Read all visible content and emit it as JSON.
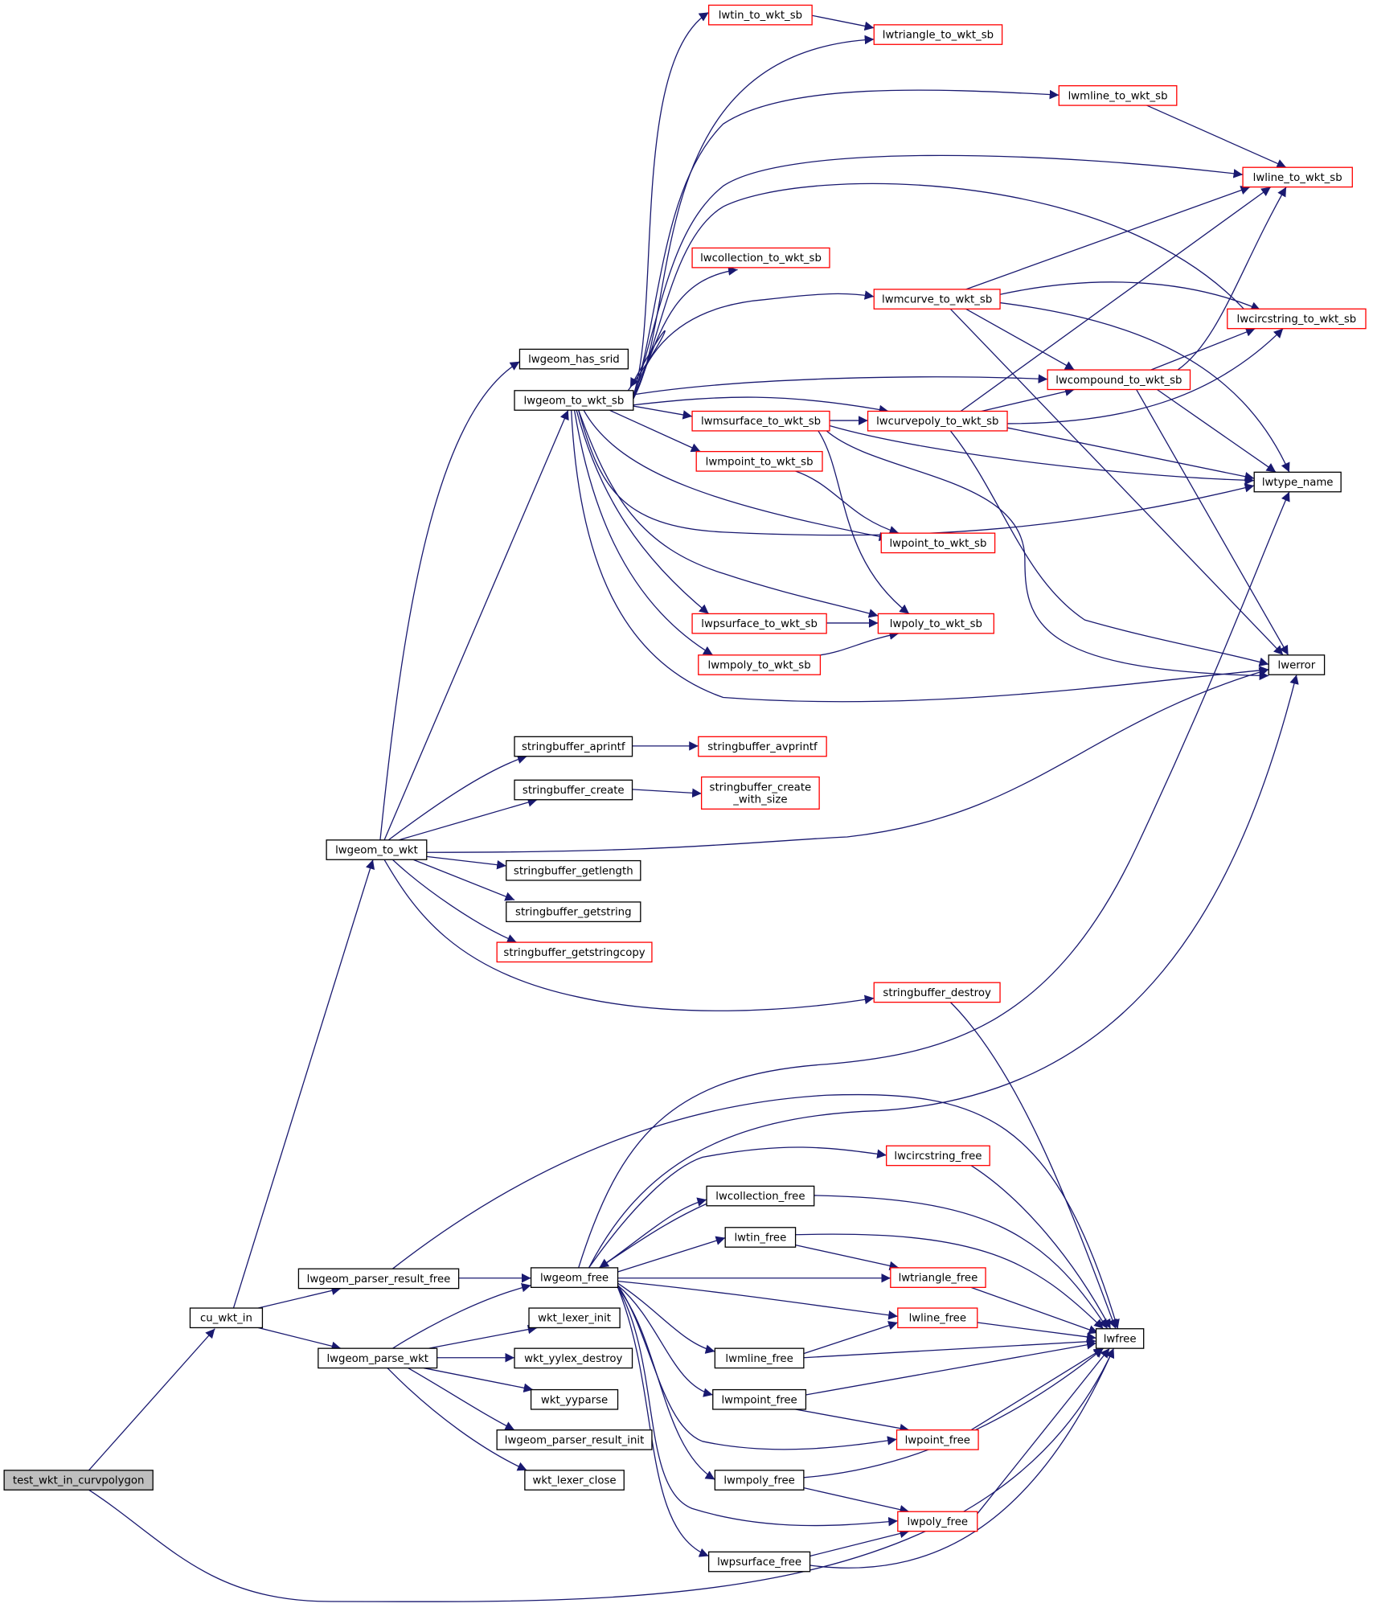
{
  "colors": {
    "edge": "#191970",
    "node_border_defined": "#000000",
    "node_border_undocumented": "#ff0000",
    "node_fill": "#ffffff",
    "node_fill_root": "#bfbfbf"
  },
  "nodes": {
    "test_wkt_in_curvpolygon": {
      "label": "test_wkt_in_curvpolygon",
      "style": "root"
    },
    "cu_wkt_in": {
      "label": "cu_wkt_in",
      "style": "defined"
    },
    "lwgeom_to_wkt": {
      "label": "lwgeom_to_wkt",
      "style": "defined"
    },
    "lwgeom_parser_result_free": {
      "label": "lwgeom_parser_result_free",
      "style": "defined"
    },
    "lwgeom_parse_wkt": {
      "label": "lwgeom_parse_wkt",
      "style": "defined"
    },
    "lwgeom_has_srid": {
      "label": "lwgeom_has_srid",
      "style": "defined"
    },
    "lwgeom_to_wkt_sb": {
      "label": "lwgeom_to_wkt_sb",
      "style": "defined"
    },
    "stringbuffer_aprintf": {
      "label": "stringbuffer_aprintf",
      "style": "defined"
    },
    "stringbuffer_create": {
      "label": "stringbuffer_create",
      "style": "defined"
    },
    "stringbuffer_getlength": {
      "label": "stringbuffer_getlength",
      "style": "defined"
    },
    "stringbuffer_getstring": {
      "label": "stringbuffer_getstring",
      "style": "defined"
    },
    "stringbuffer_getstringcopy": {
      "label": "stringbuffer_getstringcopy",
      "style": "undocumented"
    },
    "lwgeom_free": {
      "label": "lwgeom_free",
      "style": "defined"
    },
    "wkt_lexer_init": {
      "label": "wkt_lexer_init",
      "style": "defined"
    },
    "wkt_yylex_destroy": {
      "label": "wkt_yylex_destroy",
      "style": "defined"
    },
    "wkt_yyparse": {
      "label": "wkt_yyparse",
      "style": "defined"
    },
    "lwgeom_parser_result_init": {
      "label": "lwgeom_parser_result_init",
      "style": "defined"
    },
    "wkt_lexer_close": {
      "label": "wkt_lexer_close",
      "style": "defined"
    },
    "lwtin_to_wkt_sb": {
      "label": "lwtin_to_wkt_sb",
      "style": "undocumented"
    },
    "lwtriangle_to_wkt_sb": {
      "label": "lwtriangle_to_wkt_sb",
      "style": "undocumented"
    },
    "lwmline_to_wkt_sb": {
      "label": "lwmline_to_wkt_sb",
      "style": "undocumented"
    },
    "lwline_to_wkt_sb": {
      "label": "lwline_to_wkt_sb",
      "style": "undocumented"
    },
    "lwcollection_to_wkt_sb": {
      "label": "lwcollection_to_wkt_sb",
      "style": "undocumented"
    },
    "lwmcurve_to_wkt_sb": {
      "label": "lwmcurve_to_wkt_sb",
      "style": "undocumented"
    },
    "lwcircstring_to_wkt_sb": {
      "label": "lwcircstring_to_wkt_sb",
      "style": "undocumented"
    },
    "lwcompound_to_wkt_sb": {
      "label": "lwcompound_to_wkt_sb",
      "style": "undocumented"
    },
    "lwmsurface_to_wkt_sb": {
      "label": "lwmsurface_to_wkt_sb",
      "style": "undocumented"
    },
    "lwcurvepoly_to_wkt_sb": {
      "label": "lwcurvepoly_to_wkt_sb",
      "style": "undocumented"
    },
    "lwtype_name": {
      "label": "lwtype_name",
      "style": "defined"
    },
    "lwmpoint_to_wkt_sb": {
      "label": "lwmpoint_to_wkt_sb",
      "style": "undocumented"
    },
    "lwpoint_to_wkt_sb": {
      "label": "lwpoint_to_wkt_sb",
      "style": "undocumented"
    },
    "lwpsurface_to_wkt_sb": {
      "label": "lwpsurface_to_wkt_sb",
      "style": "undocumented"
    },
    "lwpoly_to_wkt_sb": {
      "label": "lwpoly_to_wkt_sb",
      "style": "undocumented"
    },
    "lwmpoly_to_wkt_sb": {
      "label": "lwmpoly_to_wkt_sb",
      "style": "undocumented"
    },
    "lwerror": {
      "label": "lwerror",
      "style": "defined"
    },
    "stringbuffer_avprintf": {
      "label": "stringbuffer_avprintf",
      "style": "undocumented"
    },
    "stringbuffer_create_with_size": {
      "label": "stringbuffer_create\n_with_size",
      "style": "undocumented"
    },
    "stringbuffer_destroy": {
      "label": "stringbuffer_destroy",
      "style": "undocumented"
    },
    "lwcircstring_free": {
      "label": "lwcircstring_free",
      "style": "undocumented"
    },
    "lwcollection_free": {
      "label": "lwcollection_free",
      "style": "defined"
    },
    "lwtin_free": {
      "label": "lwtin_free",
      "style": "defined"
    },
    "lwtriangle_free": {
      "label": "lwtriangle_free",
      "style": "undocumented"
    },
    "lwline_free": {
      "label": "lwline_free",
      "style": "undocumented"
    },
    "lwmline_free": {
      "label": "lwmline_free",
      "style": "defined"
    },
    "lwfree": {
      "label": "lwfree",
      "style": "defined"
    },
    "lwmpoint_free": {
      "label": "lwmpoint_free",
      "style": "defined"
    },
    "lwpoint_free": {
      "label": "lwpoint_free",
      "style": "undocumented"
    },
    "lwmpoly_free": {
      "label": "lwmpoly_free",
      "style": "defined"
    },
    "lwpoly_free": {
      "label": "lwpoly_free",
      "style": "undocumented"
    },
    "lwpsurface_free": {
      "label": "lwpsurface_free",
      "style": "defined"
    }
  },
  "edges": [
    [
      "test_wkt_in_curvpolygon",
      "cu_wkt_in"
    ],
    [
      "test_wkt_in_curvpolygon",
      "lwfree"
    ],
    [
      "cu_wkt_in",
      "lwgeom_to_wkt"
    ],
    [
      "cu_wkt_in",
      "lwgeom_parser_result_free"
    ],
    [
      "cu_wkt_in",
      "lwgeom_parse_wkt"
    ],
    [
      "lwgeom_to_wkt",
      "lwgeom_has_srid"
    ],
    [
      "lwgeom_to_wkt",
      "lwgeom_to_wkt_sb"
    ],
    [
      "lwgeom_to_wkt",
      "stringbuffer_aprintf"
    ],
    [
      "lwgeom_to_wkt",
      "stringbuffer_create"
    ],
    [
      "lwgeom_to_wkt",
      "lwerror"
    ],
    [
      "lwgeom_to_wkt",
      "stringbuffer_getlength"
    ],
    [
      "lwgeom_to_wkt",
      "stringbuffer_getstring"
    ],
    [
      "lwgeom_to_wkt",
      "stringbuffer_getstringcopy"
    ],
    [
      "lwgeom_to_wkt",
      "stringbuffer_destroy"
    ],
    [
      "lwgeom_to_wkt_sb",
      "lwtin_to_wkt_sb"
    ],
    [
      "lwgeom_to_wkt_sb",
      "lwtriangle_to_wkt_sb"
    ],
    [
      "lwgeom_to_wkt_sb",
      "lwmline_to_wkt_sb"
    ],
    [
      "lwgeom_to_wkt_sb",
      "lwline_to_wkt_sb"
    ],
    [
      "lwgeom_to_wkt_sb",
      "lwcollection_to_wkt_sb"
    ],
    [
      "lwgeom_to_wkt_sb",
      "lwmcurve_to_wkt_sb"
    ],
    [
      "lwgeom_to_wkt_sb",
      "lwcircstring_to_wkt_sb"
    ],
    [
      "lwgeom_to_wkt_sb",
      "lwcompound_to_wkt_sb"
    ],
    [
      "lwgeom_to_wkt_sb",
      "lwmsurface_to_wkt_sb"
    ],
    [
      "lwgeom_to_wkt_sb",
      "lwcurvepoly_to_wkt_sb"
    ],
    [
      "lwgeom_to_wkt_sb",
      "lwmpoint_to_wkt_sb"
    ],
    [
      "lwgeom_to_wkt_sb",
      "lwpoint_to_wkt_sb"
    ],
    [
      "lwgeom_to_wkt_sb",
      "lwtype_name"
    ],
    [
      "lwgeom_to_wkt_sb",
      "lwpsurface_to_wkt_sb"
    ],
    [
      "lwgeom_to_wkt_sb",
      "lwpoly_to_wkt_sb"
    ],
    [
      "lwgeom_to_wkt_sb",
      "lwmpoly_to_wkt_sb"
    ],
    [
      "lwgeom_to_wkt_sb",
      "lwerror"
    ],
    [
      "lwgeom_to_wkt_sb",
      "lwgeom_to_wkt_sb"
    ],
    [
      "lwtin_to_wkt_sb",
      "lwtriangle_to_wkt_sb"
    ],
    [
      "lwmline_to_wkt_sb",
      "lwline_to_wkt_sb"
    ],
    [
      "lwmcurve_to_wkt_sb",
      "lwline_to_wkt_sb"
    ],
    [
      "lwmcurve_to_wkt_sb",
      "lwcircstring_to_wkt_sb"
    ],
    [
      "lwmcurve_to_wkt_sb",
      "lwcompound_to_wkt_sb"
    ],
    [
      "lwmcurve_to_wkt_sb",
      "lwtype_name"
    ],
    [
      "lwmcurve_to_wkt_sb",
      "lwerror"
    ],
    [
      "lwcompound_to_wkt_sb",
      "lwline_to_wkt_sb"
    ],
    [
      "lwcompound_to_wkt_sb",
      "lwcircstring_to_wkt_sb"
    ],
    [
      "lwcompound_to_wkt_sb",
      "lwtype_name"
    ],
    [
      "lwcompound_to_wkt_sb",
      "lwerror"
    ],
    [
      "lwmsurface_to_wkt_sb",
      "lwcurvepoly_to_wkt_sb"
    ],
    [
      "lwmsurface_to_wkt_sb",
      "lwtype_name"
    ],
    [
      "lwmsurface_to_wkt_sb",
      "lwpoly_to_wkt_sb"
    ],
    [
      "lwmsurface_to_wkt_sb",
      "lwerror"
    ],
    [
      "lwcurvepoly_to_wkt_sb",
      "lwline_to_wkt_sb"
    ],
    [
      "lwcurvepoly_to_wkt_sb",
      "lwcircstring_to_wkt_sb"
    ],
    [
      "lwcurvepoly_to_wkt_sb",
      "lwcompound_to_wkt_sb"
    ],
    [
      "lwcurvepoly_to_wkt_sb",
      "lwtype_name"
    ],
    [
      "lwcurvepoly_to_wkt_sb",
      "lwerror"
    ],
    [
      "lwmpoint_to_wkt_sb",
      "lwpoint_to_wkt_sb"
    ],
    [
      "lwpsurface_to_wkt_sb",
      "lwpoly_to_wkt_sb"
    ],
    [
      "lwmpoly_to_wkt_sb",
      "lwpoly_to_wkt_sb"
    ],
    [
      "stringbuffer_aprintf",
      "stringbuffer_avprintf"
    ],
    [
      "stringbuffer_create",
      "stringbuffer_create_with_size"
    ],
    [
      "stringbuffer_destroy",
      "lwfree"
    ],
    [
      "lwgeom_parser_result_free",
      "lwgeom_free"
    ],
    [
      "lwgeom_parser_result_free",
      "lwfree"
    ],
    [
      "lwgeom_parse_wkt",
      "lwgeom_free"
    ],
    [
      "lwgeom_parse_wkt",
      "wkt_lexer_init"
    ],
    [
      "lwgeom_parse_wkt",
      "wkt_yylex_destroy"
    ],
    [
      "lwgeom_parse_wkt",
      "wkt_yyparse"
    ],
    [
      "lwgeom_parse_wkt",
      "lwgeom_parser_result_init"
    ],
    [
      "lwgeom_parse_wkt",
      "wkt_lexer_close"
    ],
    [
      "lwgeom_free",
      "lwtype_name"
    ],
    [
      "lwgeom_free",
      "lwerror"
    ],
    [
      "lwgeom_free",
      "lwcircstring_free"
    ],
    [
      "lwgeom_free",
      "lwcollection_free"
    ],
    [
      "lwgeom_free",
      "lwtin_free"
    ],
    [
      "lwgeom_free",
      "lwtriangle_free"
    ],
    [
      "lwgeom_free",
      "lwline_free"
    ],
    [
      "lwgeom_free",
      "lwmline_free"
    ],
    [
      "lwgeom_free",
      "lwmpoint_free"
    ],
    [
      "lwgeom_free",
      "lwpoint_free"
    ],
    [
      "lwgeom_free",
      "lwmpoly_free"
    ],
    [
      "lwgeom_free",
      "lwpoly_free"
    ],
    [
      "lwgeom_free",
      "lwpsurface_free"
    ],
    [
      "lwcircstring_free",
      "lwfree"
    ],
    [
      "lwcollection_free",
      "lwgeom_free"
    ],
    [
      "lwcollection_free",
      "lwfree"
    ],
    [
      "lwtin_free",
      "lwtriangle_free"
    ],
    [
      "lwtin_free",
      "lwfree"
    ],
    [
      "lwtriangle_free",
      "lwfree"
    ],
    [
      "lwline_free",
      "lwfree"
    ],
    [
      "lwmline_free",
      "lwline_free"
    ],
    [
      "lwmline_free",
      "lwfree"
    ],
    [
      "lwmpoint_free",
      "lwpoint_free"
    ],
    [
      "lwmpoint_free",
      "lwfree"
    ],
    [
      "lwpoint_free",
      "lwfree"
    ],
    [
      "lwmpoly_free",
      "lwpoly_free"
    ],
    [
      "lwmpoly_free",
      "lwfree"
    ],
    [
      "lwpoly_free",
      "lwfree"
    ],
    [
      "lwpsurface_free",
      "lwpoly_free"
    ],
    [
      "lwpsurface_free",
      "lwfree"
    ]
  ]
}
